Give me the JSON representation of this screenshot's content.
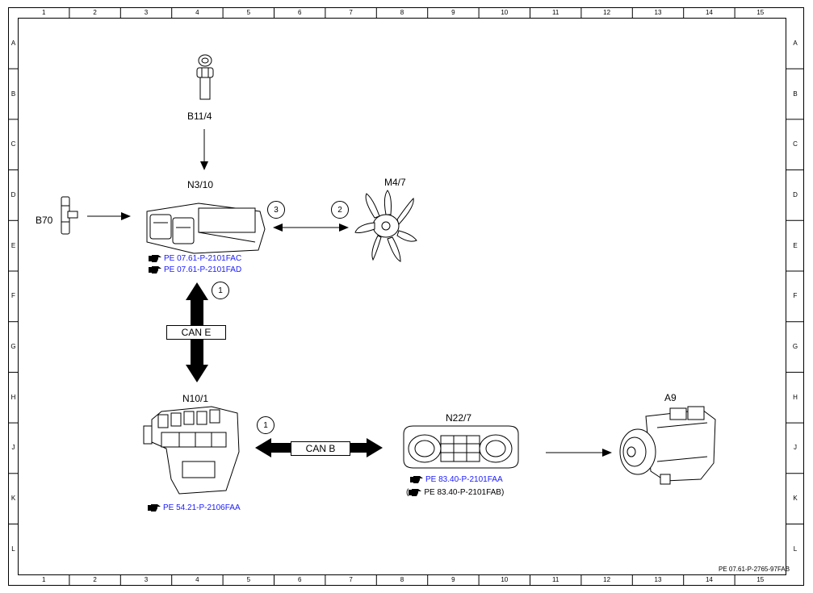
{
  "frame": {
    "columns": [
      "1",
      "2",
      "3",
      "4",
      "5",
      "6",
      "7",
      "8",
      "9",
      "10",
      "11",
      "12",
      "13",
      "14",
      "15"
    ],
    "rows": [
      "A",
      "B",
      "C",
      "D",
      "E",
      "F",
      "G",
      "H",
      "J",
      "K",
      "L"
    ]
  },
  "components": {
    "b11_4": "B11/4",
    "n3_10": "N3/10",
    "b70": "B70",
    "m4_7": "M4/7",
    "n10_1": "N10/1",
    "n22_7": "N22/7",
    "a9": "A9"
  },
  "refs": {
    "n3_10_a": "PE 07.61-P-2101FAC",
    "n3_10_b": "PE 07.61-P-2101FAD",
    "n10_1": "PE 54.21-P-2106FAA",
    "n22_7_a": "PE 83.40-P-2101FAA",
    "n22_7_b": "PE 83.40-P-2101FAB)",
    "n22_7_b_open": "("
  },
  "callouts": {
    "c1a": "1",
    "c1b": "1",
    "c2": "2",
    "c3": "3"
  },
  "buses": {
    "can_e": "CAN E",
    "can_b": "CAN B"
  },
  "doc_code": "PE 07.61-P-2765-97FAB",
  "icons": [
    "hand-pointer-icon",
    "fan-icon",
    "control-unit-icon",
    "sensor-icon",
    "compressor-icon"
  ]
}
